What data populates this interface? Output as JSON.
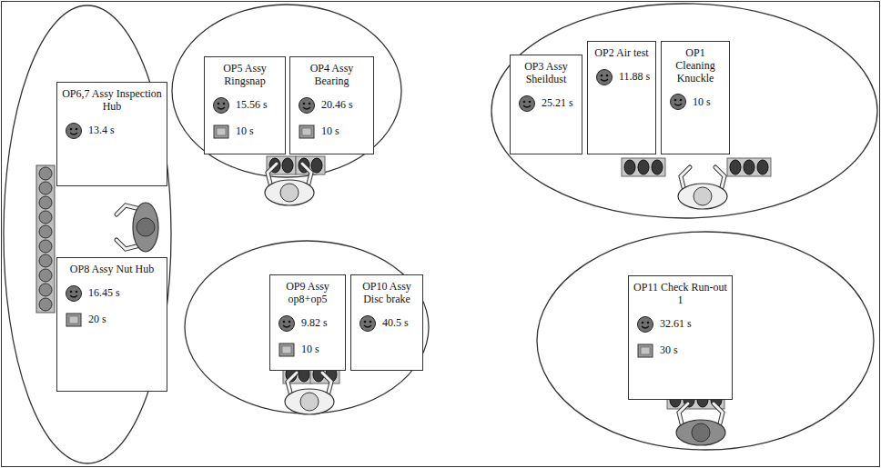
{
  "diagram": {
    "nodes": [
      {
        "text": [
          "OP6,7 Assy Inspection Hub",
          "13.4 s"
        ]
      },
      {
        "text": [
          "OP8 Assy Nut Hub",
          "16.45 s",
          "20 s"
        ]
      },
      {
        "text": [
          "OP5 Assy Ringsnap",
          "15.56 s",
          "10 s"
        ]
      },
      {
        "text": [
          "OP4 Assy Bearing",
          "20.46 s",
          "10 s"
        ]
      },
      {
        "text": [
          "OP3 Assy Sheildust",
          "25.21 s"
        ]
      },
      {
        "text": [
          "OP2 Air test",
          "11.88 s"
        ]
      },
      {
        "text": [
          "OP1 Cleaning Knuckle",
          "10 s"
        ]
      },
      {
        "text": [
          "OP9 Assy op8+op5",
          "9.82 s",
          "10 s"
        ]
      },
      {
        "text": [
          "OP10 Assy Disc brake",
          "40.5 s"
        ]
      },
      {
        "text": [
          "OP11 Check Run-out 1",
          "32.61 s",
          "30 s"
        ]
      }
    ]
  }
}
